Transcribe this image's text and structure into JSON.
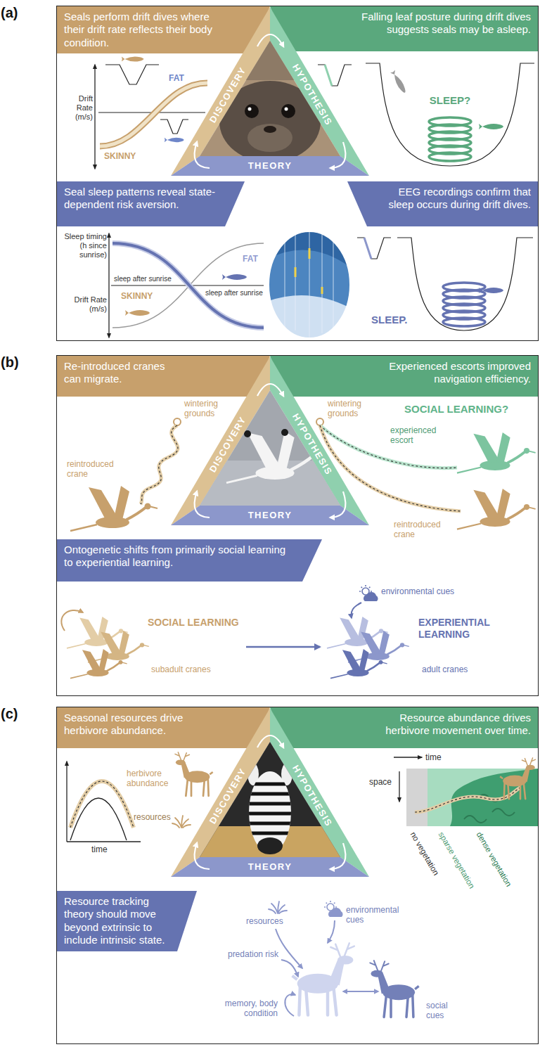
{
  "diagram": {
    "nodes": [
      {
        "text": [
          "(a)"
        ]
      },
      {
        "text": [
          "Seals perform drift dives where their drift rate reflects their body condition."
        ],
        "in": 0
      },
      {
        "text": [
          "Falling leaf posture during drift dives suggests seals may be asleep."
        ],
        "in": 0
      },
      {
        "text": [
          "Seal sleep patterns reveal state-dependent risk aversion."
        ],
        "in": 0
      },
      {
        "text": [
          "EEG recordings confirm that sleep occurs during drift dives."
        ],
        "in": 0
      },
      {
        "text": [
          "(b)"
        ]
      },
      {
        "text": [
          "Re-introduced cranes can migrate."
        ],
        "in": 5
      },
      {
        "text": [
          "Experienced escorts improved navigation efficiency."
        ],
        "in": 5
      },
      {
        "text": [
          "Ontogenetic shifts from primarily social learning to experiential learning."
        ],
        "in": 5
      },
      {
        "text": [
          "(c)"
        ]
      },
      {
        "text": [
          "Seasonal resources drive herbivore abundance."
        ],
        "in": 9
      },
      {
        "text": [
          "Resource abundance drives herbivore movement over time."
        ],
        "in": 9
      },
      {
        "text": [
          "Resource tracking theory should move beyond extrinsic to include intrinsic state."
        ],
        "in": 9
      }
    ],
    "labels": [
      "DISCOVERY",
      "HYPOTHESIS",
      "THEORY",
      "Drift Rate (m/s)",
      "SKINNY",
      "FAT",
      "SLEEP?",
      "Sleep timing (h since sunrise)",
      "sleep after sunrise",
      "FAT",
      "SKINNY",
      "Drift Rate (m/s)",
      "sleep after sunrise",
      "SLEEP.",
      "DISCOVERY",
      "HYPOTHESIS",
      "THEORY",
      "wintering grounds",
      "reintroduced crane",
      "wintering grounds",
      "SOCIAL LEARNING?",
      "experienced escort",
      "reintroduced crane",
      "environmental cues",
      "SOCIAL LEARNING",
      "subadult cranes",
      "EXPERIENTIAL LEARNING",
      "adult cranes",
      "DISCOVERY",
      "HYPOTHESIS",
      "THEORY",
      "herbivore abundance",
      "resources",
      "time",
      "time",
      "space",
      "no vegetation",
      "sparse vegetation",
      "dense vegetation",
      "resources",
      "environmental cues",
      "predation risk",
      "memory, body condition",
      "social cues"
    ]
  }
}
